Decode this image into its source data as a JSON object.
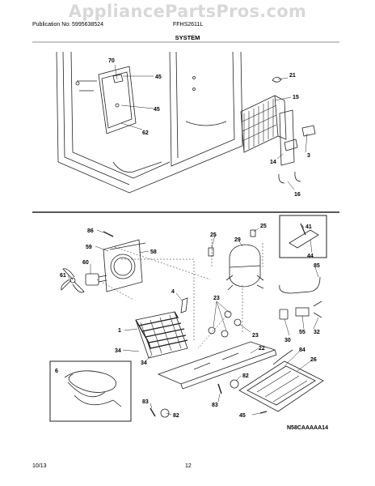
{
  "watermark": "AppliancePartsPros.com",
  "header": {
    "publication": "Publication No: 5995638524",
    "model": "FFHS2611L",
    "section_title": "SYSTEM"
  },
  "part_code": "N58CAAAAA14",
  "footer": {
    "date": "10/13",
    "page": "12"
  },
  "callouts": {
    "p70": "70",
    "p45a": "45",
    "p45b": "45",
    "p62": "62",
    "p21": "21",
    "p15": "15",
    "p14": "14",
    "p3": "3",
    "p16": "16",
    "p86": "86",
    "p59": "59",
    "p58": "58",
    "p60": "60",
    "p61": "61",
    "p4": "4",
    "p25a": "25",
    "p25b": "25",
    "p29": "29",
    "p41": "41",
    "p44": "44",
    "p85": "85",
    "p23a": "23",
    "p23b": "23",
    "p30": "30",
    "p55": "55",
    "p32": "32",
    "p1": "1",
    "p34a": "34",
    "p34b": "34",
    "p22": "22",
    "p84": "84",
    "p26": "26",
    "p6": "6",
    "p82a": "82",
    "p82b": "82",
    "p83a": "83",
    "p83b": "83",
    "p45c": "45"
  }
}
